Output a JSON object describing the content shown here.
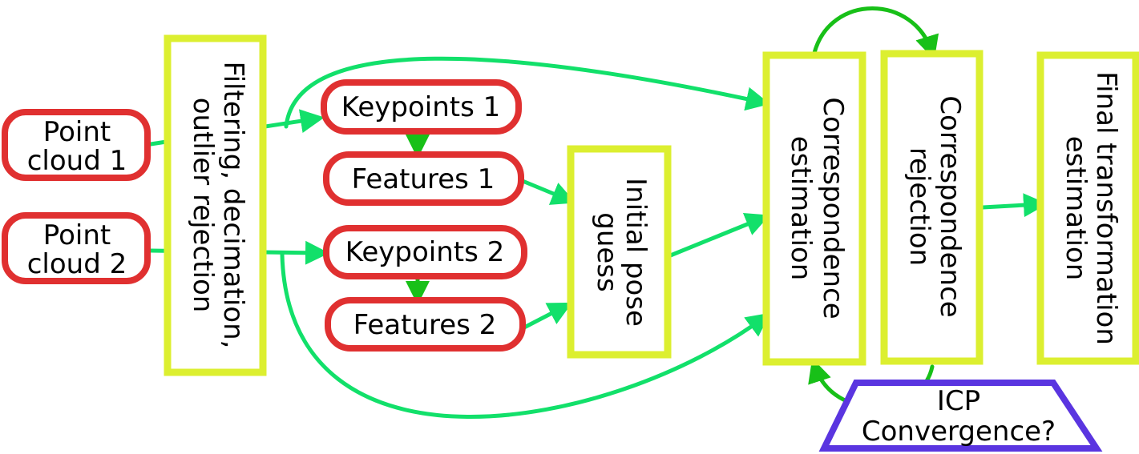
{
  "colors": {
    "input_node_stroke": "#e03030",
    "process_node_stroke": "#dcef30",
    "decision_node_stroke": "#5a35e0",
    "edge": "#12e06a",
    "loop_edge": "#18c018"
  },
  "nodes": {
    "point_cloud_1": [
      "Point",
      "cloud 1"
    ],
    "point_cloud_2": [
      "Point",
      "cloud 2"
    ],
    "filtering": [
      "Filtering, decimation,",
      "outlier rejection"
    ],
    "keypoints_1": "Keypoints 1",
    "features_1": "Features 1",
    "keypoints_2": "Keypoints 2",
    "features_2": "Features 2",
    "initial_pose": [
      "Initial pose",
      "guess"
    ],
    "correspondence_estimation": [
      "Correspondence",
      "estimation"
    ],
    "correspondence_rejection": [
      "Correspondence",
      "rejection"
    ],
    "final_transformation": [
      "Final transformation",
      "estimation"
    ],
    "icp_convergence": [
      "ICP",
      "Convergence?"
    ]
  }
}
